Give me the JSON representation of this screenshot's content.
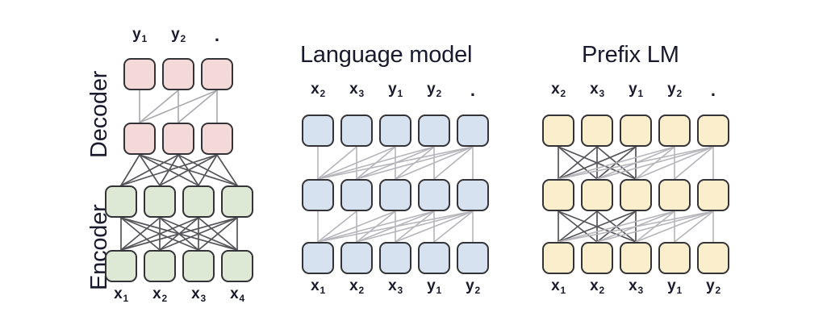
{
  "figure": {
    "type": "diagram",
    "subject": "Transformer attention-mask architecture variants",
    "background_color": "#ffffff",
    "edge_color_dark": "#545459",
    "edge_color_light": "#b9b9bd"
  },
  "panels": [
    {
      "id": "encoder-decoder",
      "title": "",
      "side_labels": [
        {
          "id": "decoder-label",
          "text": "Decoder"
        },
        {
          "id": "encoder-label",
          "text": "Encoder"
        }
      ],
      "node_color": {
        "decoder": "#f3dad8",
        "encoder": "#dde9d5"
      },
      "top_tokens": [
        {
          "base": "y",
          "sub": "1"
        },
        {
          "base": "y",
          "sub": "2"
        },
        {
          "base": ".",
          "sub": ""
        }
      ],
      "bottom_tokens": [
        {
          "base": "x",
          "sub": "1"
        },
        {
          "base": "x",
          "sub": "2"
        },
        {
          "base": "x",
          "sub": "3"
        },
        {
          "base": "x",
          "sub": "4"
        }
      ],
      "rows": [
        {
          "id": "decoder-top",
          "count": 3,
          "color": "pink"
        },
        {
          "id": "decoder-bottom",
          "count": 3,
          "color": "pink"
        },
        {
          "id": "encoder-top",
          "count": 4,
          "color": "green"
        },
        {
          "id": "encoder-bottom",
          "count": 4,
          "color": "green"
        }
      ]
    },
    {
      "id": "language-model",
      "title": "Language model",
      "side_labels": [],
      "node_color": {
        "all": "#d6e2f0"
      },
      "top_tokens": [
        {
          "base": "x",
          "sub": "2"
        },
        {
          "base": "x",
          "sub": "3"
        },
        {
          "base": "y",
          "sub": "1"
        },
        {
          "base": "y",
          "sub": "2"
        },
        {
          "base": ".",
          "sub": ""
        }
      ],
      "bottom_tokens": [
        {
          "base": "x",
          "sub": "1"
        },
        {
          "base": "x",
          "sub": "2"
        },
        {
          "base": "x",
          "sub": "3"
        },
        {
          "base": "y",
          "sub": "1"
        },
        {
          "base": "y",
          "sub": "2"
        }
      ],
      "rows": [
        {
          "id": "lm-top",
          "count": 5,
          "color": "blue"
        },
        {
          "id": "lm-mid",
          "count": 5,
          "color": "blue"
        },
        {
          "id": "lm-bottom",
          "count": 5,
          "color": "blue"
        }
      ]
    },
    {
      "id": "prefix-lm",
      "title": "Prefix LM",
      "side_labels": [],
      "node_color": {
        "all": "#fbeecd"
      },
      "top_tokens": [
        {
          "base": "x",
          "sub": "2"
        },
        {
          "base": "x",
          "sub": "3"
        },
        {
          "base": "y",
          "sub": "1"
        },
        {
          "base": "y",
          "sub": "2"
        },
        {
          "base": ".",
          "sub": ""
        }
      ],
      "bottom_tokens": [
        {
          "base": "x",
          "sub": "1"
        },
        {
          "base": "x",
          "sub": "2"
        },
        {
          "base": "x",
          "sub": "3"
        },
        {
          "base": "y",
          "sub": "1"
        },
        {
          "base": "y",
          "sub": "2"
        }
      ],
      "rows": [
        {
          "id": "prefix-top",
          "count": 5,
          "color": "cream"
        },
        {
          "id": "prefix-mid",
          "count": 5,
          "color": "cream"
        },
        {
          "id": "prefix-bottom",
          "count": 5,
          "color": "cream"
        }
      ]
    }
  ]
}
